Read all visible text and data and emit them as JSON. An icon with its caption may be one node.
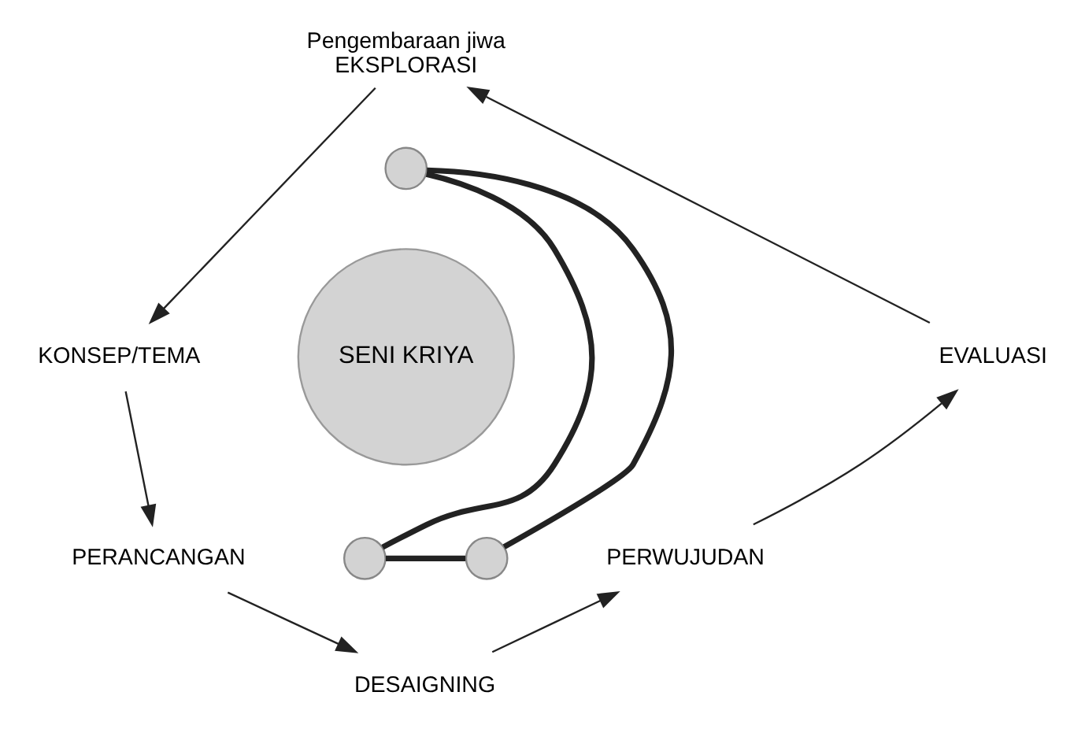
{
  "diagram": {
    "nodes": [
      {
        "text": [
          "Pengembaraan jiwa",
          "EKSPLORASI"
        ]
      },
      {
        "text": [
          "KONSEP/TEMA"
        ]
      },
      {
        "text": [
          "PERANCANGAN"
        ]
      },
      {
        "text": [
          "DESAIGNING"
        ]
      },
      {
        "text": [
          "PERWUJUDAN"
        ]
      },
      {
        "text": [
          "EVALUASI"
        ]
      },
      {
        "text": [
          "SENI KRIYA"
        ]
      },
      {
        "text": [],
        "shape": "circle"
      },
      {
        "text": [],
        "shape": "circle"
      },
      {
        "text": [],
        "shape": "circle"
      }
    ],
    "edges": [
      {
        "from": 0,
        "to": 1,
        "arrow": "to"
      },
      {
        "from": 1,
        "to": 2,
        "arrow": "to"
      },
      {
        "from": 2,
        "to": 3,
        "arrow": "to"
      },
      {
        "from": 3,
        "to": 4,
        "arrow": "to"
      },
      {
        "from": 4,
        "to": 5,
        "arrow": "to"
      },
      {
        "from": 5,
        "to": 0,
        "arrow": "to"
      },
      {
        "from": 7,
        "to": 8,
        "arrow": "none",
        "style": "thick"
      },
      {
        "from": 8,
        "to": 9,
        "arrow": "none",
        "style": "thick"
      },
      {
        "from": 9,
        "to": 7,
        "arrow": "none",
        "style": "thick"
      }
    ]
  }
}
